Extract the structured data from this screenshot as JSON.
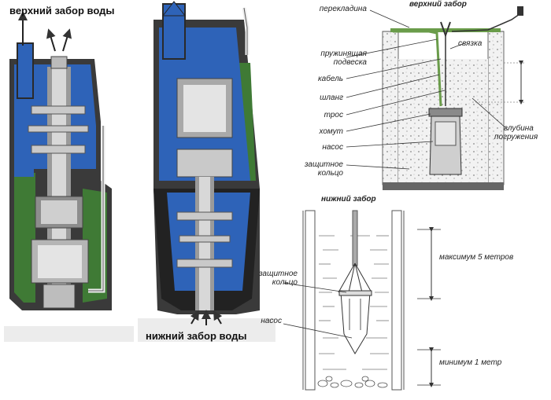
{
  "left_panel": {
    "upper_intake_label": "верхний забор воды",
    "lower_intake_label": "нижний забор воды"
  },
  "well_diagram": {
    "title": "верхний забор",
    "labels": {
      "crossbar": "перекладина",
      "tie": "связка",
      "spring_hanger_1": "пружинящая",
      "spring_hanger_2": "подвеска",
      "cable": "кабель",
      "hose": "шланг",
      "rope": "трос",
      "clamp": "хомут",
      "pump": "насос",
      "ring_1": "защитное",
      "ring_2": "кольцо",
      "depth_1": "глубина",
      "depth_2": "погружения"
    }
  },
  "bottom_diagram": {
    "title": "нижний забор",
    "labels": {
      "ring_1": "защитное",
      "ring_2": "кольцо",
      "pump": "насос",
      "max_depth": "максимум 5 метров",
      "min_depth": "минимум 1 метр"
    }
  }
}
